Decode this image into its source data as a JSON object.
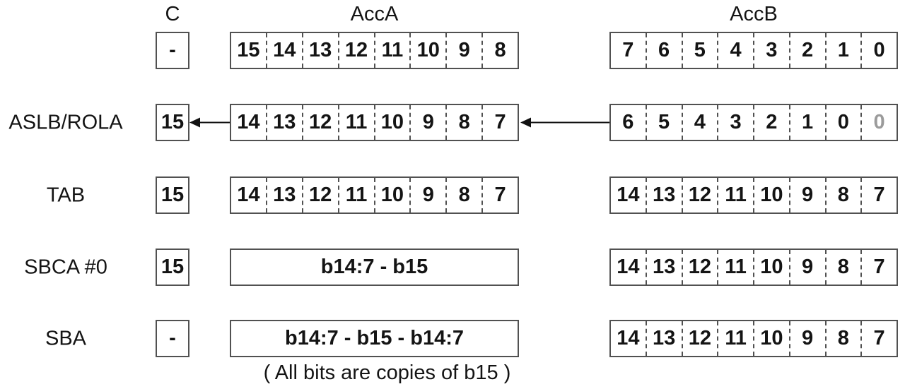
{
  "colors": {
    "box_border": "#515151",
    "text": "#141414",
    "muted_text": "#9b9b9b",
    "arrow": "#111111"
  },
  "headers": {
    "carry": "C",
    "acc_a": "AccA",
    "acc_b": "AccB"
  },
  "caption": "( All bits are copies of b15 )",
  "rows": [
    {
      "label": "",
      "carry": "-",
      "acc_a": {
        "kind": "cells",
        "cells": [
          "15",
          "14",
          "13",
          "12",
          "11",
          "10",
          "9",
          "8"
        ]
      },
      "acc_b": {
        "kind": "cells",
        "cells": [
          "7",
          "6",
          "5",
          "4",
          "3",
          "2",
          "1",
          "0"
        ]
      },
      "arrows": []
    },
    {
      "label": "ASLB/ROLA",
      "carry": "15",
      "acc_a": {
        "kind": "cells",
        "cells": [
          "14",
          "13",
          "12",
          "11",
          "10",
          "9",
          "8",
          "7"
        ]
      },
      "acc_b": {
        "kind": "cells",
        "cells": [
          "6",
          "5",
          "4",
          "3",
          "2",
          "1",
          "0",
          {
            "text": "0",
            "muted": true
          }
        ]
      },
      "arrows": [
        "acc-a-to-carry",
        "acc-b-to-acc-a"
      ]
    },
    {
      "label": "TAB",
      "carry": "15",
      "acc_a": {
        "kind": "cells",
        "cells": [
          "14",
          "13",
          "12",
          "11",
          "10",
          "9",
          "8",
          "7"
        ]
      },
      "acc_b": {
        "kind": "cells",
        "cells": [
          "14",
          "13",
          "12",
          "11",
          "10",
          "9",
          "8",
          "7"
        ]
      },
      "arrows": []
    },
    {
      "label": "SBCA #0",
      "carry": "15",
      "acc_a": {
        "kind": "text",
        "text": "b14:7 - b15"
      },
      "acc_b": {
        "kind": "cells",
        "cells": [
          "14",
          "13",
          "12",
          "11",
          "10",
          "9",
          "8",
          "7"
        ]
      },
      "arrows": []
    },
    {
      "label": "SBA",
      "carry": "-",
      "acc_a": {
        "kind": "text",
        "text": "b14:7 - b15 - b14:7"
      },
      "acc_b": {
        "kind": "cells",
        "cells": [
          "14",
          "13",
          "12",
          "11",
          "10",
          "9",
          "8",
          "7"
        ]
      },
      "arrows": []
    }
  ]
}
